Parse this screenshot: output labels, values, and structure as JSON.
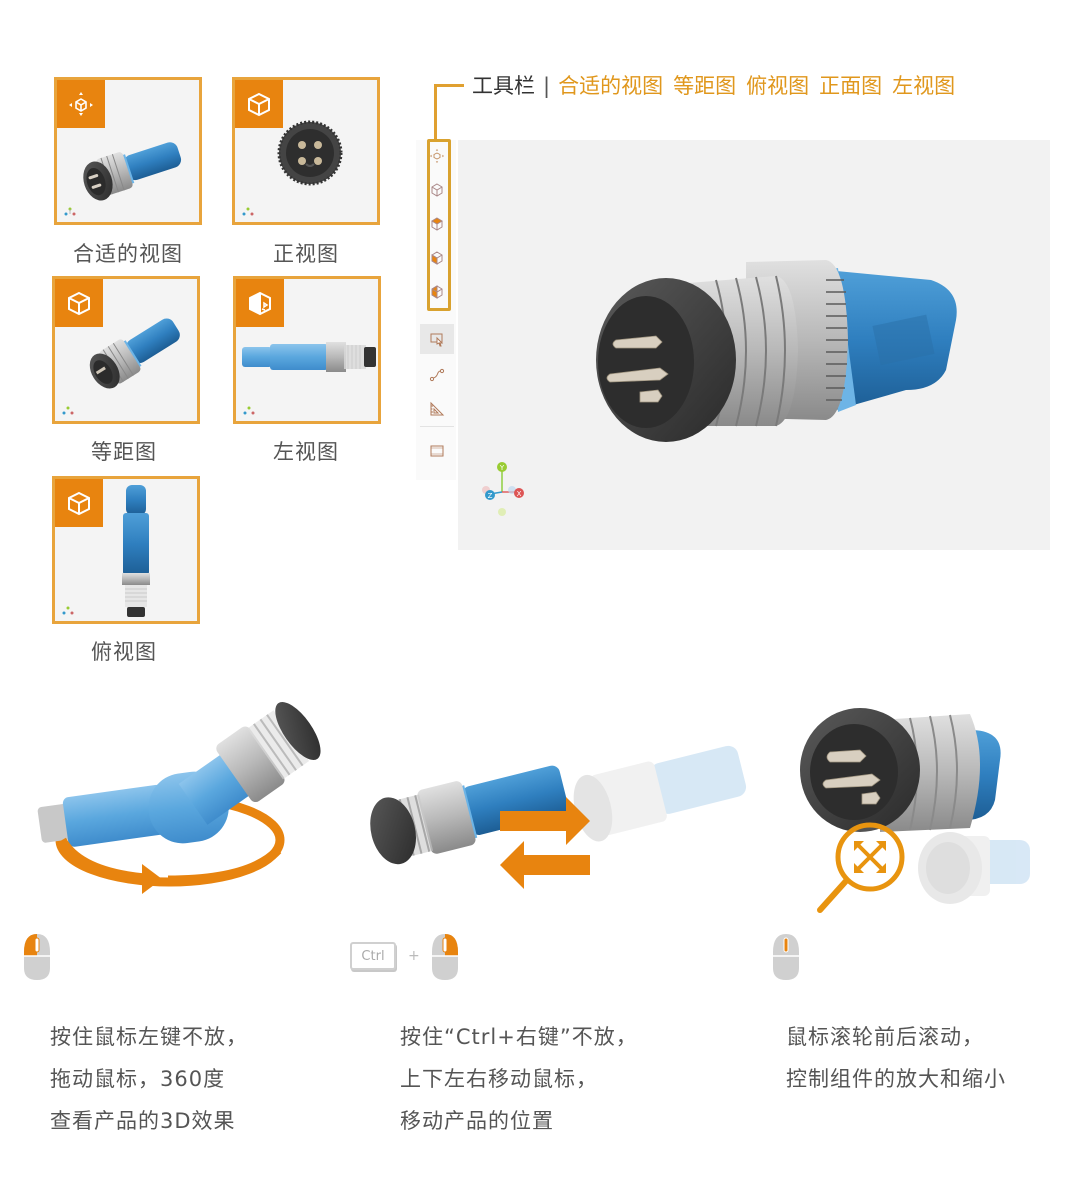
{
  "views": [
    {
      "id": "fit",
      "label": "合适的视图",
      "icon": "fit-view-icon"
    },
    {
      "id": "front",
      "label": "正视图",
      "icon": "cube-icon"
    },
    {
      "id": "iso",
      "label": "等距图",
      "icon": "cube-icon"
    },
    {
      "id": "left",
      "label": "左视图",
      "icon": "cube-half-icon"
    },
    {
      "id": "top",
      "label": "俯视图",
      "icon": "cube-icon"
    }
  ],
  "toolbar": {
    "title": "工具栏",
    "separator": "|",
    "items": [
      "合适的视图",
      "等距图",
      "俯视图",
      "正面图",
      "左视图"
    ]
  },
  "viewer": {
    "axes": {
      "x": "X",
      "y": "Y",
      "z": "Z"
    },
    "buttons": [
      "fit-view",
      "isometric-view",
      "top-view",
      "front-view",
      "left-view",
      "select",
      "path",
      "measure",
      "frame"
    ]
  },
  "instructions": [
    {
      "id": "rotate",
      "mouse": "left-button",
      "lines": [
        "按住鼠标左键不放，",
        "拖动鼠标，360度",
        "查看产品的3D效果"
      ]
    },
    {
      "id": "pan",
      "key": "Ctrl",
      "plus": "+",
      "mouse": "right-button",
      "lines": [
        "按住“Ctrl+右键”不放，",
        "上下左右移动鼠标，",
        "移动产品的位置"
      ]
    },
    {
      "id": "zoom",
      "mouse": "scroll-wheel",
      "lines": [
        "鼠标滚轮前后滚动，",
        "控制组件的放大和缩小"
      ]
    }
  ],
  "colors": {
    "accent": "#e8840f",
    "frame": "#e8a43c",
    "toolbar_text": "#e0971c",
    "connector_blue": "#2f7fbf",
    "text": "#555555"
  }
}
